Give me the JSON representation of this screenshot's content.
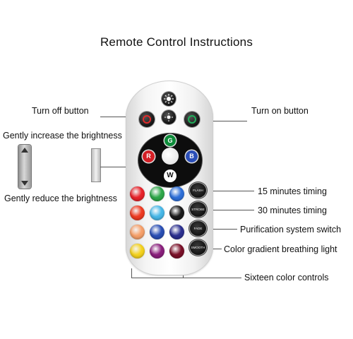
{
  "title": "Remote Control Instructions",
  "labels": {
    "turn_off": "Turn off button",
    "turn_on": "Turn on button",
    "brightness_up": "Gently increase the brightness",
    "brightness_down": "Gently reduce the brightness",
    "timer_15": "15 minutes timing",
    "timer_30": "30 minutes timing",
    "purification": "Purification system switch",
    "breathing": "Color gradient breathing light",
    "sixteen_colors": "Sixteen color controls"
  },
  "remote": {
    "rgb": {
      "g": "G",
      "r": "R",
      "b": "B",
      "w": "W"
    },
    "func_buttons": [
      "FLASH",
      "STROBE",
      "FADE",
      "SMOOTH"
    ],
    "color_grid": [
      [
        "#e8232b",
        "#2fa84a",
        "#2e6fd8"
      ],
      [
        "#ef3b22",
        "#48b8e8",
        "#1a1a1a"
      ],
      [
        "#f6a06a",
        "#2a4fb5",
        "#2b2f8f"
      ],
      [
        "#f4d21e",
        "#8a1f7c",
        "#7a1028"
      ]
    ]
  },
  "colors": {
    "power_off": "#e12a2a",
    "power_on": "#1fae5a",
    "text": "#111111"
  }
}
